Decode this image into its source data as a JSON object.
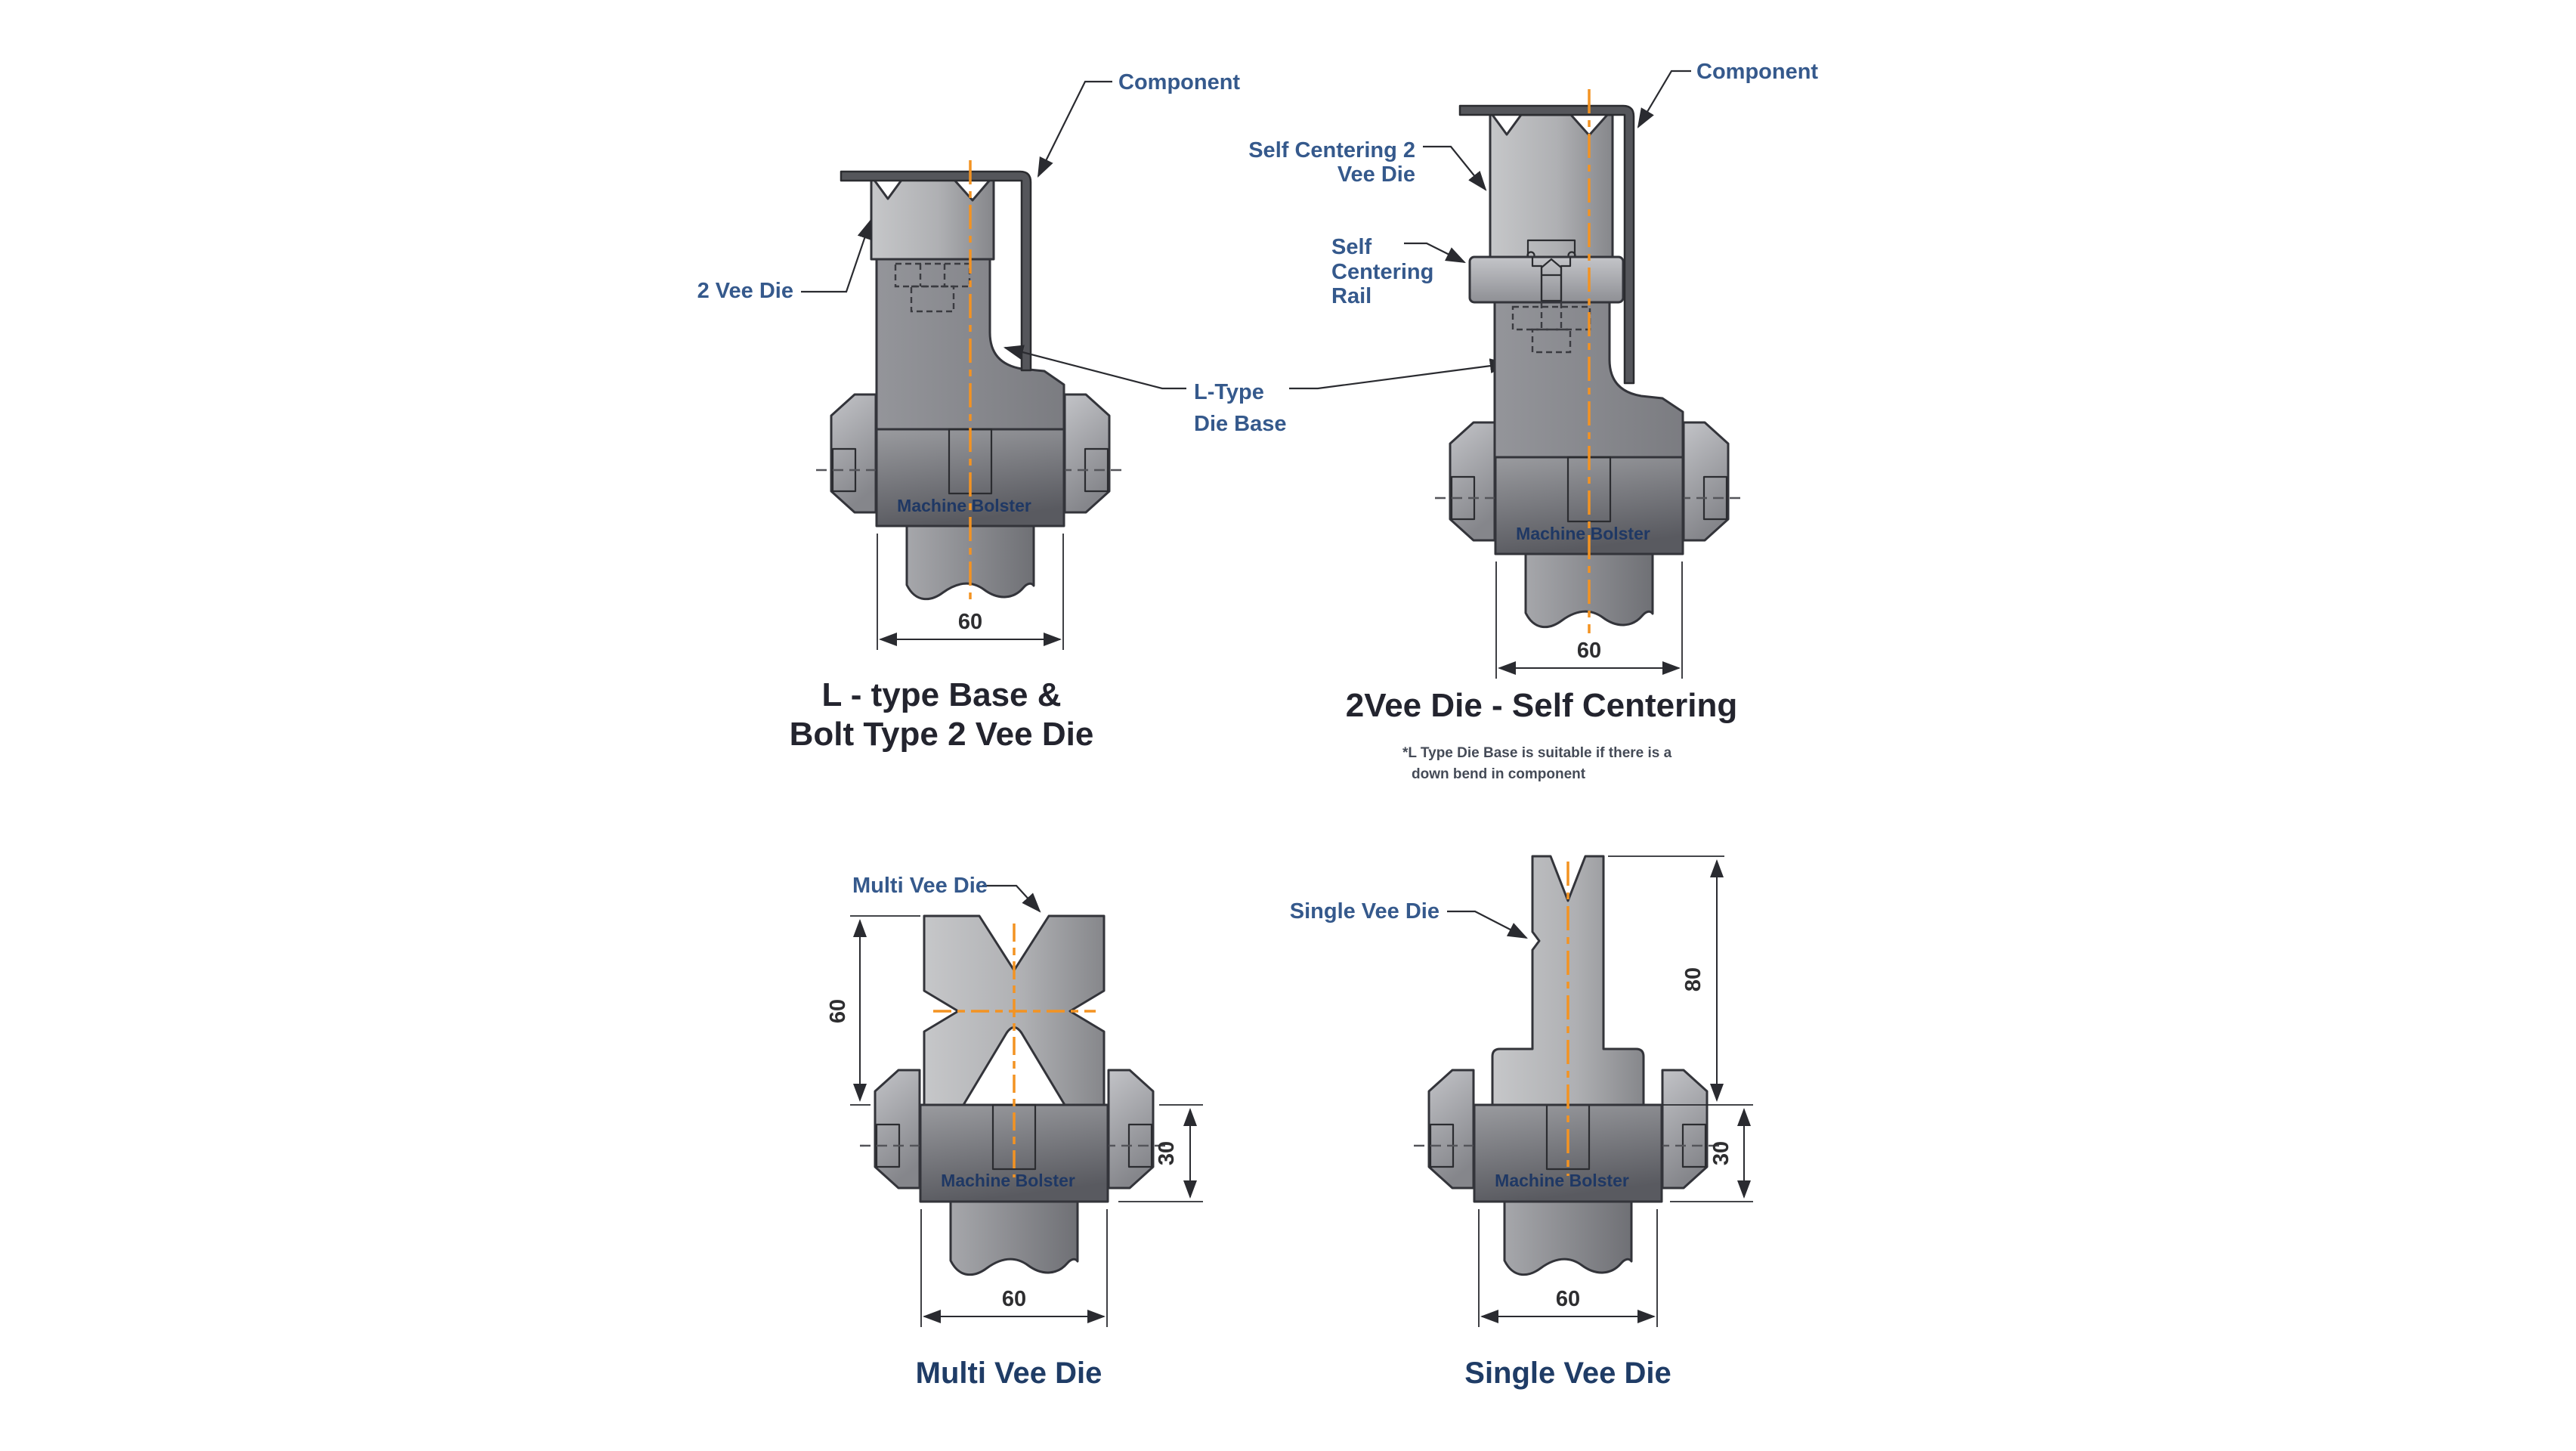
{
  "colors": {
    "background": "#ffffff",
    "centerline_orange": "#F39322",
    "outline": "#33343a",
    "label_blue": "#35598C",
    "bolster_text_navy": "#1F3864",
    "title_dark": "#23242E",
    "bottom_title_navy": "#1F3C66"
  },
  "diagrams": {
    "l_type": {
      "title_line1": "L - type Base &",
      "title_line2": "Bolt Type 2 Vee Die",
      "labels": {
        "component": "Component",
        "two_vee_die": "2 Vee Die",
        "l_type_die_base_line1": "L-Type",
        "l_type_die_base_line2": "Die Base",
        "machine_bolster": "Machine Bolster"
      },
      "dimensions": {
        "base_width": "60"
      }
    },
    "self_centering": {
      "title": "2Vee Die - Self Centering",
      "note_line1": "*L Type Die Base is suitable if there is a",
      "note_line2": "down bend in component",
      "labels": {
        "component": "Component",
        "sc_vee_die_line1": "Self Centering 2",
        "sc_vee_die_line2": "Vee Die",
        "sc_rail_line1": "Self",
        "sc_rail_line2": "Centering",
        "sc_rail_line3": "Rail",
        "machine_bolster": "Machine Bolster"
      },
      "dimensions": {
        "base_width": "60"
      }
    },
    "multi_vee": {
      "title": "Multi Vee Die",
      "labels": {
        "multi_vee_die": "Multi Vee Die",
        "machine_bolster": "Machine Bolster"
      },
      "dimensions": {
        "die_height": "60",
        "bolster_height": "30",
        "base_width": "60"
      }
    },
    "single_vee": {
      "title": "Single Vee Die",
      "labels": {
        "single_vee_die": "Single Vee Die",
        "machine_bolster": "Machine Bolster"
      },
      "dimensions": {
        "die_height": "80",
        "bolster_height": "30",
        "base_width": "60"
      }
    }
  }
}
